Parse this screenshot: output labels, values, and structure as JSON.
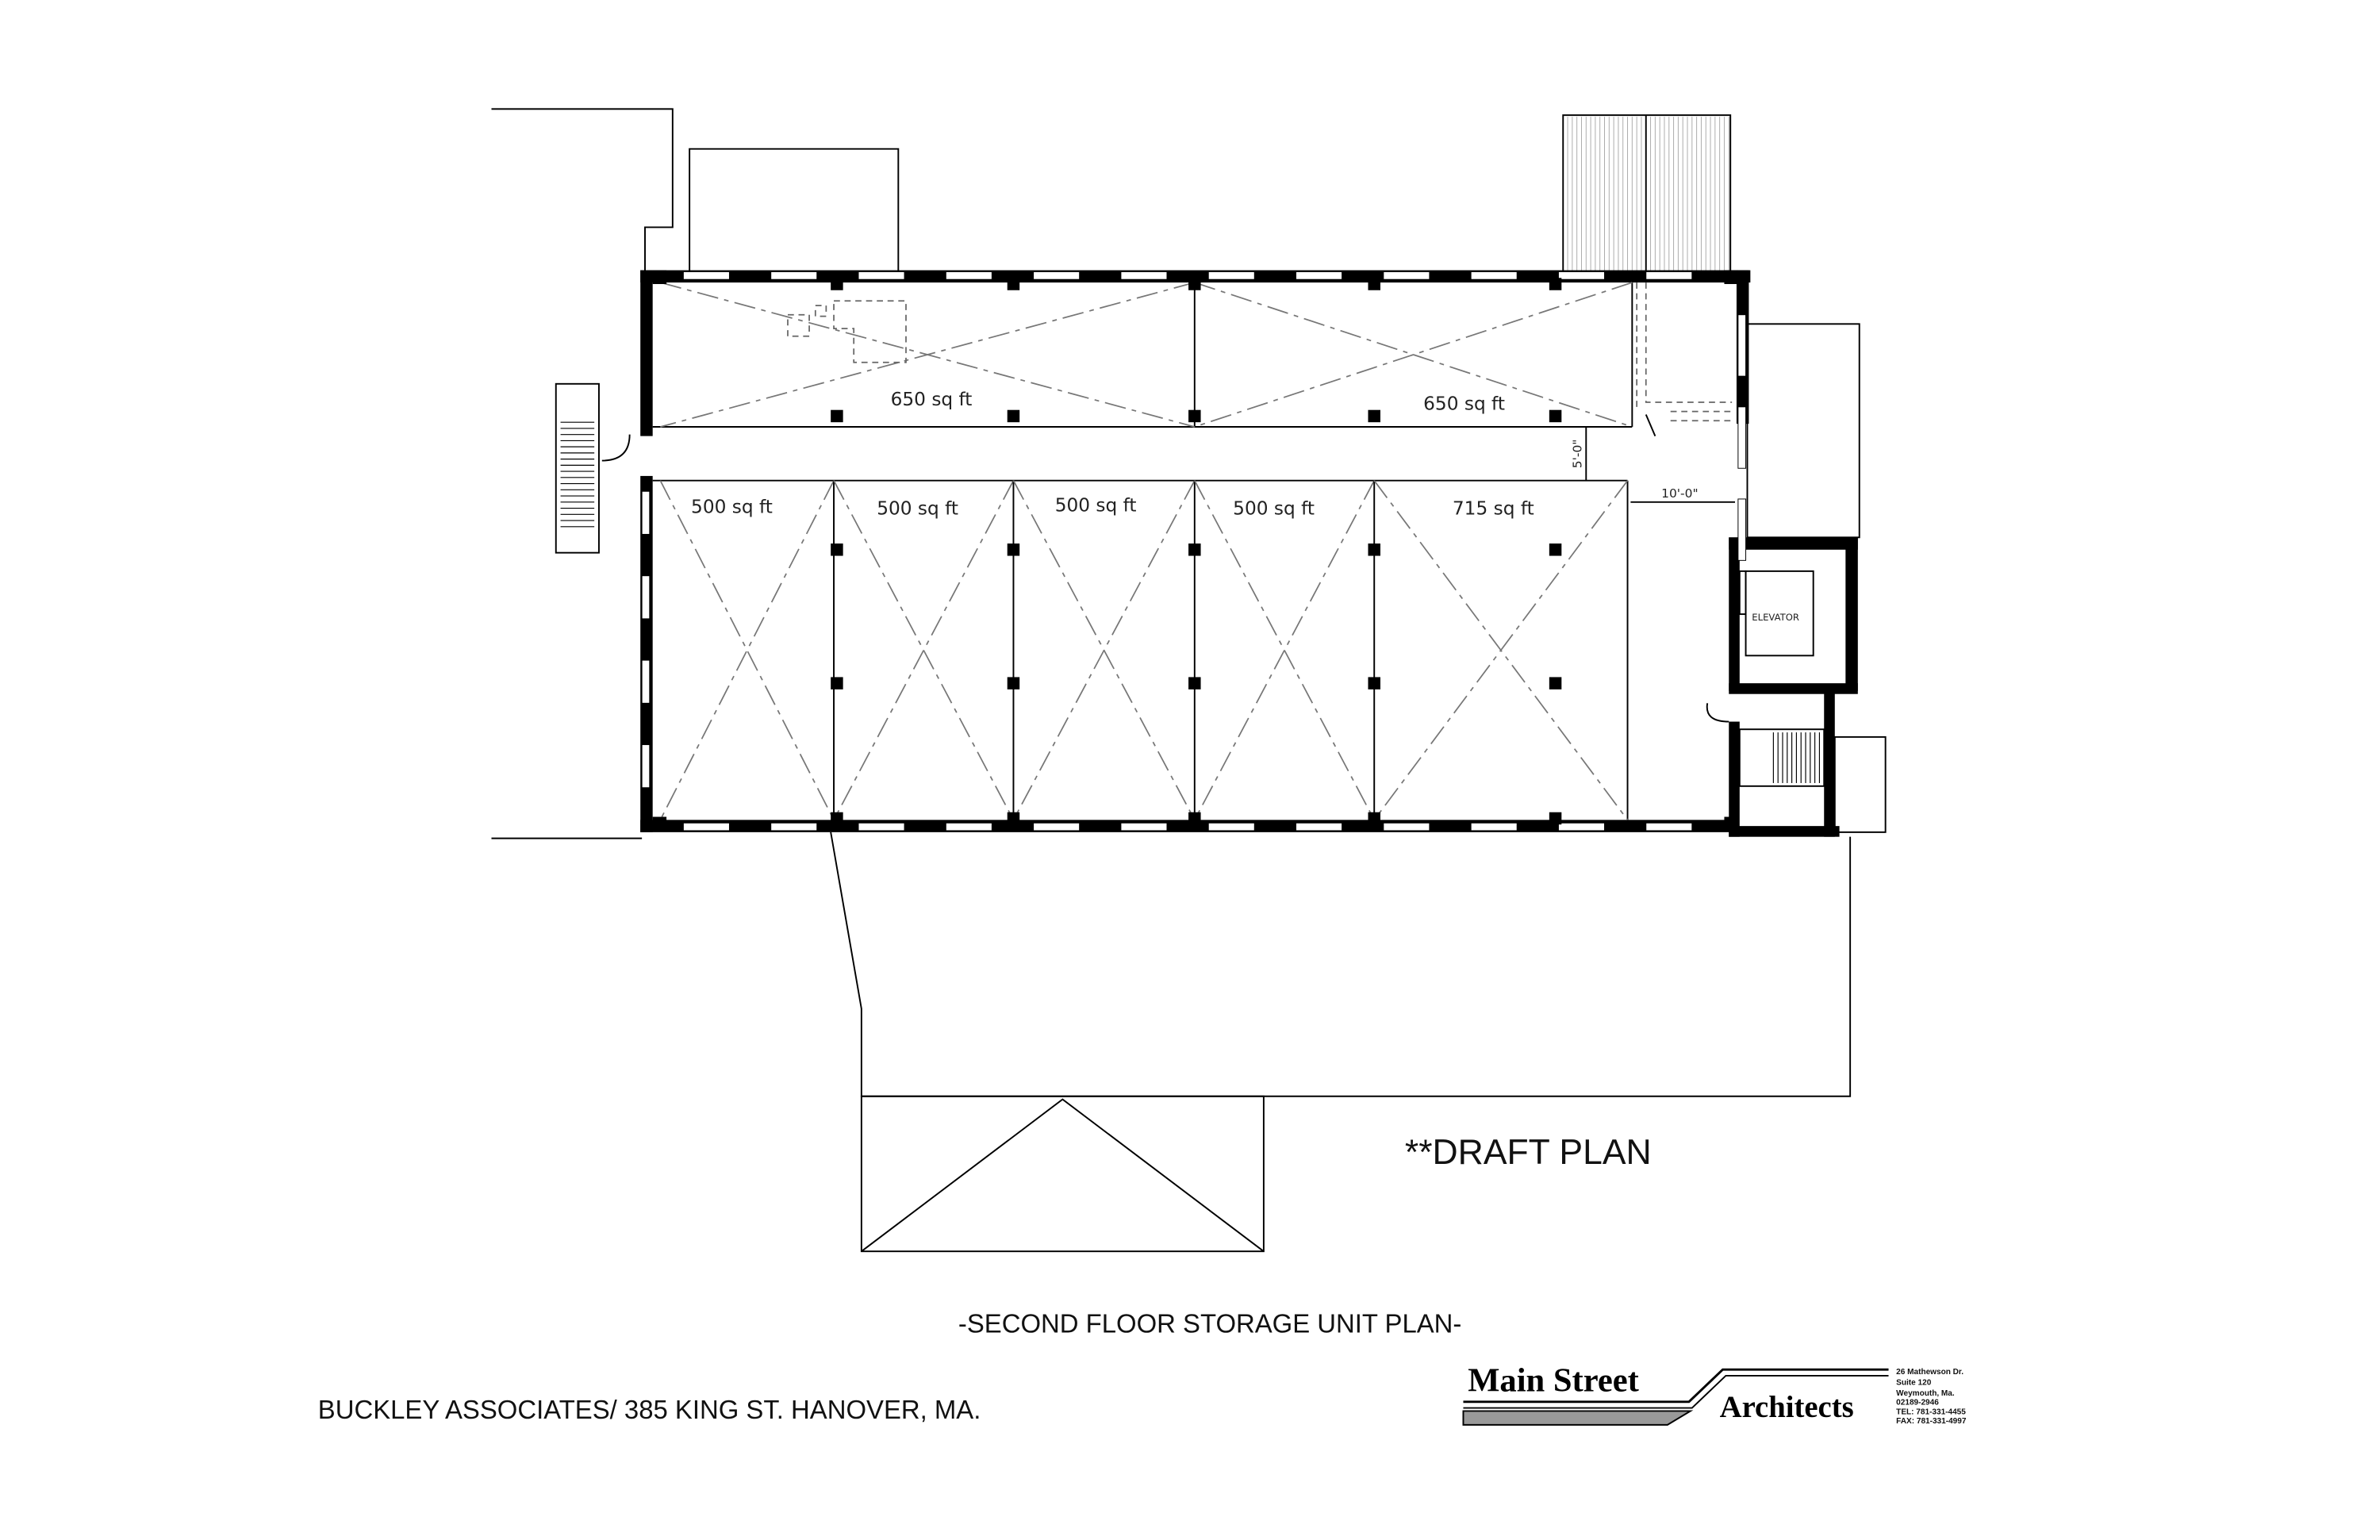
{
  "plan": {
    "draft_label": "**DRAFT PLAN",
    "title": "-SECOND FLOOR STORAGE UNIT PLAN-",
    "client": "BUCKLEY ASSOCIATES/ 385 KING ST. HANOVER, MA.",
    "elevator_label": "ELEVATOR",
    "dim_corridor_width": "5'-0\"",
    "dim_corridor_end": "10'-0\"",
    "upper_units": [
      "650 sq ft",
      "650 sq ft"
    ],
    "lower_units": [
      "500 sq ft",
      "500 sq ft",
      "500 sq ft",
      "500 sq ft",
      "715 sq ft"
    ]
  },
  "logo": {
    "line1": "Main Street",
    "line2": "Architects",
    "address": [
      "26 Mathewson Dr.",
      "Suite 120",
      "Weymouth, Ma.",
      "02189-2946",
      "TEL: 781-331-4455",
      "FAX:  781-331-4997"
    ]
  }
}
